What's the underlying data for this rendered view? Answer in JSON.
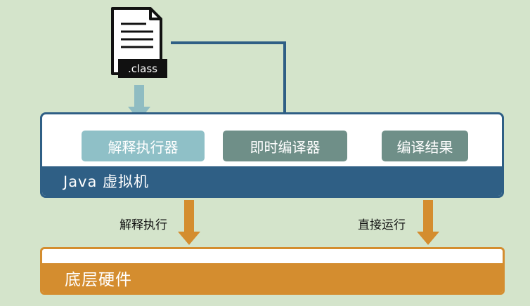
{
  "file": {
    "extension_label": ".class",
    "icon": "document-icon"
  },
  "jvm": {
    "label": "Java 虚拟机"
  },
  "components": {
    "interpreter": "解释执行器",
    "jit_compiler": "即时编译器",
    "compile_result": "编译结果"
  },
  "paths": {
    "interpret_label": "解释执行",
    "direct_label": "直接运行"
  },
  "hardware": {
    "label": "底层硬件"
  },
  "colors": {
    "background": "#d4e4cb",
    "jvm_blue": "#2f5f85",
    "hardware_orange": "#d48d2f",
    "interpreter_teal": "#8fc0c7",
    "jit_gray": "#6f8f88",
    "arrow_teal": "#8fbcc2"
  }
}
